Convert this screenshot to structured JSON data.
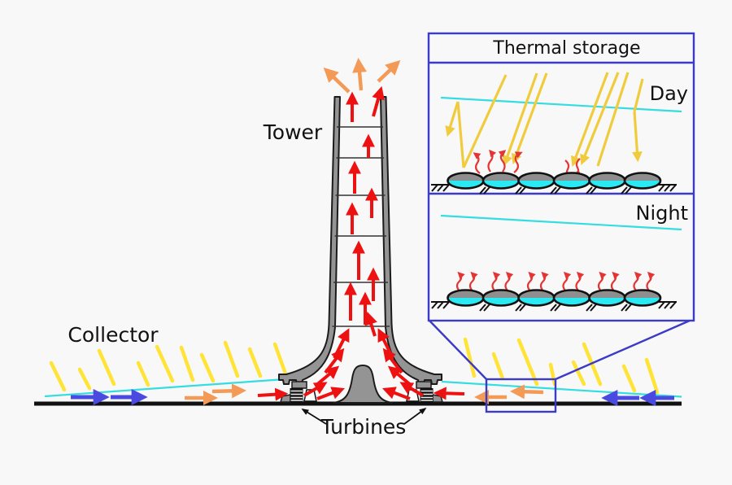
{
  "diagram": {
    "labels": {
      "tower": "Tower",
      "collector": "Collector",
      "turbines": "Turbines"
    },
    "inset": {
      "title": "Thermal storage",
      "sections": [
        {
          "label": "Day"
        },
        {
          "label": "Night"
        }
      ],
      "storage_bag_count_per_row": 6
    },
    "colors": {
      "background": "#f8f8f8",
      "sun_ray": "#ffe437",
      "inset_sun_ray": "#f0cc3c",
      "collector_canopy": "#35dde0",
      "hot_air_arrow": "#ee1111",
      "warm_air_arrow": "#f49a57",
      "cool_air_arrow": "#4a4ae0",
      "structure_gray": "#949494",
      "inset_border_blue": "#3b3bc8",
      "storage_water_cyan": "#2be9f2",
      "storage_bag_top_gray": "#8e8e8e",
      "heat_wave_red": "#e43535",
      "ground_black": "#111111"
    }
  }
}
